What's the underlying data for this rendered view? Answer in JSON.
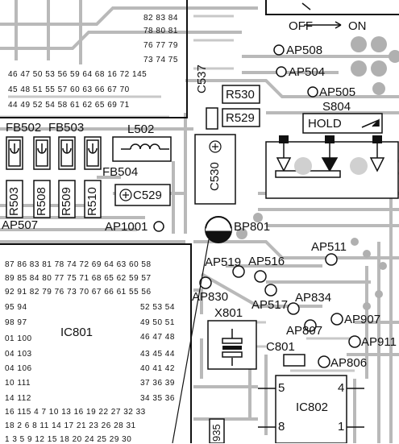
{
  "switch": {
    "off": "OFF",
    "on": "ON",
    "name": "S804",
    "hold": "HOLD"
  },
  "test_points": {
    "ap508": "AP508",
    "ap504": "AP504",
    "ap505": "AP505",
    "ap1001": "AP1001",
    "bp801": "BP801",
    "ap511": "AP511",
    "ap519": "AP519",
    "ap516": "AP516",
    "ap830": "AP830",
    "ap834": "AP834",
    "ap517": "AP517",
    "ap907": "AP907",
    "ap807": "AP807",
    "ap911": "AP911",
    "ap806": "AP806",
    "ap507": "AP507"
  },
  "components": {
    "c537": "C537",
    "r530": "R530",
    "r529": "R529",
    "l502": "L502",
    "c530": "C530",
    "c529": "C529",
    "fb502": "FB502",
    "fb503": "FB503",
    "fb504": "FB504",
    "r503": "R503",
    "r508": "R508",
    "r509": "R509",
    "r510": "R510",
    "x801": "X801",
    "c801": "C801",
    "ic801": "IC801",
    "ic802": "IC802",
    "r935": "935"
  },
  "ic802_pins": {
    "p5": "5",
    "p4": "4",
    "p8": "8",
    "p1": "1"
  },
  "pin_rows_top": [
    "82 83 84",
    "78 80 81",
    "76 77 79",
    "73 74 75",
    "46 47 50 53 56 59 64 68 16    72 145",
    "45 48 51 55 57 60 63 66 67 70",
    "44 49 52 54 58 61 62 65 69 71"
  ],
  "pin_rows_ic801": [
    "87 86 83 81 78 74 72 69 64 63 60 58",
    "89 85 84 80 77 75 71 68 65 62 59 57",
    "92 91 82 79 76 73 70 67 66 61 55 56",
    "95 94",
    "98 97",
    "01 100",
    "04 103",
    "04 106",
    "10 111",
    "14 112",
    "16 115 4   7  10 13 16 19 22 27 32 33",
    "18  2   6   8  11 14 17 21 23 26 28 31",
    "  1   3   5   9  12 15 18 20 24 25 29 30"
  ],
  "pin_rows_ic801_right": [
    "52 53 54",
    "49 50 51",
    "46 47 48",
    "43 45 44",
    "40 41 42",
    "37 36 39",
    "34 35 36"
  ]
}
